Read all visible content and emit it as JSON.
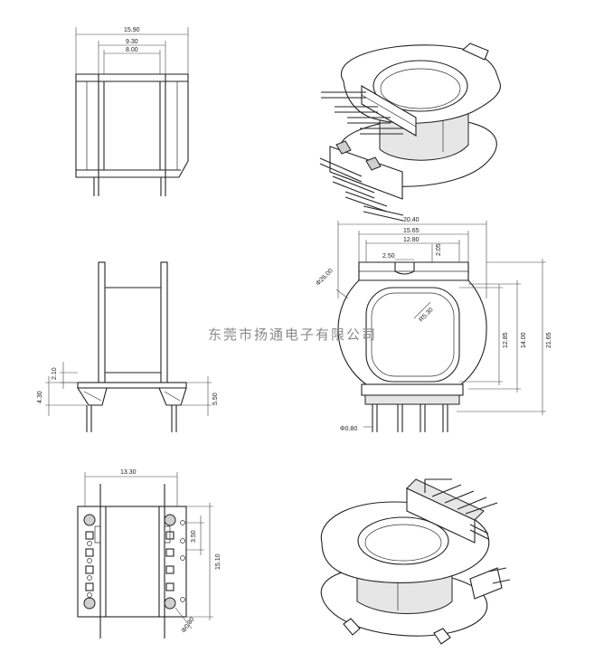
{
  "watermark": "东莞市扬通电子有限公司",
  "dims": {
    "d1590": "15.90",
    "d930": "9.30",
    "d800": "8.00",
    "d2040": "20.40",
    "d1565": "15.65",
    "d1280": "12.80",
    "d250": "2.50",
    "d205": "2.05",
    "r2600": "Φ26.00",
    "r530": "R5.30",
    "d1285": "12.85",
    "d1400": "14.00",
    "d2165": "21.65",
    "p080": "Φ0.80",
    "d210": "2.10",
    "d430": "4.30",
    "d550": "5.50",
    "d1330": "13.30",
    "d350": "3.50",
    "d1510": "15.10",
    "p080b": "Φ0.80"
  }
}
